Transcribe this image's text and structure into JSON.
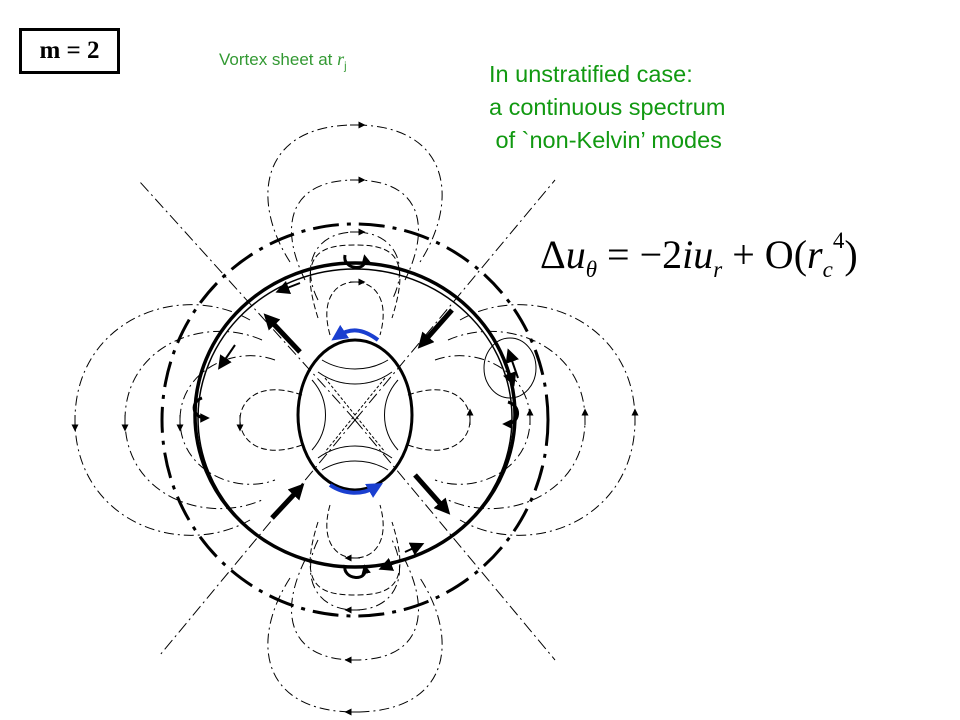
{
  "mode_label": "m = 2",
  "caption": {
    "text": "Vortex sheet at ",
    "symbol": "r",
    "subscript": "j"
  },
  "note": {
    "line1": "In unstratified case:",
    "line2": "a continuous spectrum",
    "line3": " of `non-Kelvin’ modes"
  },
  "equation": {
    "delta": "Δ",
    "lhs_symbol": "u",
    "lhs_sub": "θ",
    "operator": " = −2",
    "i_symbol": "i",
    "rhs_symbol": "u",
    "rhs_sub": "r",
    "order": " + O(",
    "rc": "r",
    "rc_sub": "c",
    "power": "4",
    "close": ")"
  },
  "colors": {
    "caption": "#339933",
    "note": "#119911",
    "circulation_arrow": "#1a3fd0",
    "ink": "#000000"
  }
}
